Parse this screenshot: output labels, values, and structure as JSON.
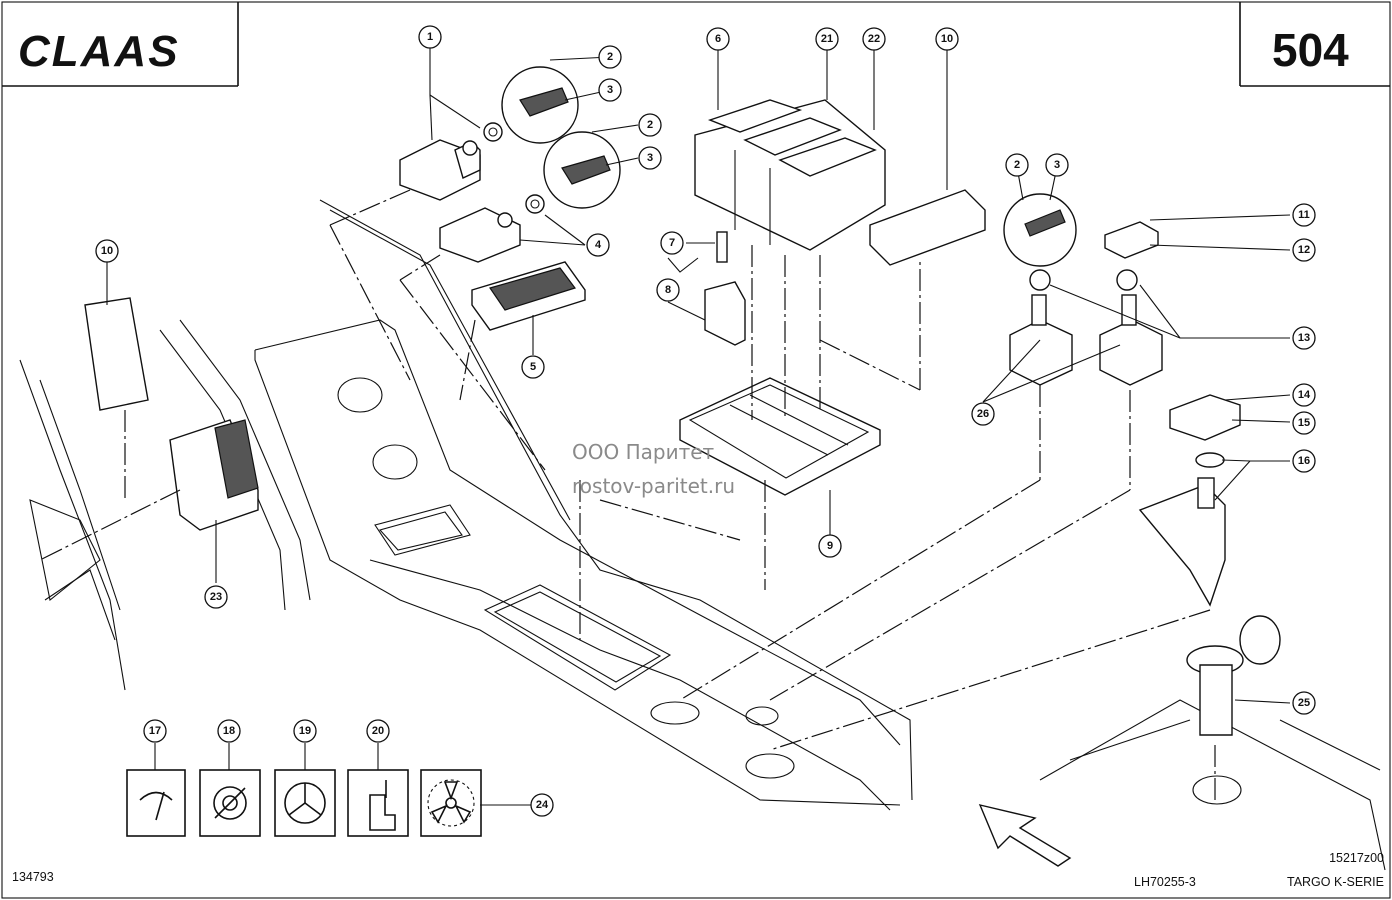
{
  "header": {
    "brand": "CLAAS",
    "page_number": "504"
  },
  "watermark": {
    "line1": "ООО Паритет",
    "line2": "rostov-paritet.ru"
  },
  "footer": {
    "drawing_id": "134793",
    "figure_code": "15217z00",
    "document_ref": "LH70255-3",
    "series": "TARGO K-SERIE"
  },
  "callouts": [
    "1",
    "2",
    "3",
    "2",
    "3",
    "4",
    "5",
    "6",
    "21",
    "22",
    "10",
    "7",
    "8",
    "2",
    "3",
    "11",
    "12",
    "13",
    "26",
    "10",
    "9",
    "23",
    "14",
    "15",
    "16",
    "25",
    "17",
    "18",
    "19",
    "20",
    "24"
  ]
}
